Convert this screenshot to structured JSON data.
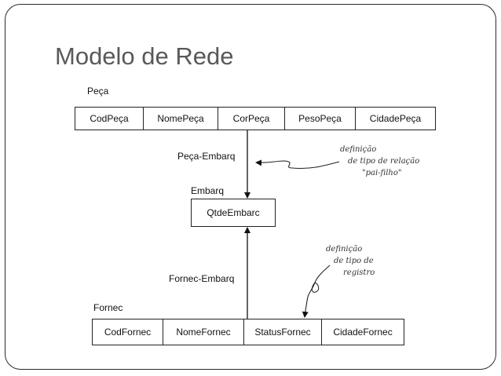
{
  "title": "Modelo de Rede",
  "peca": {
    "label": "Peça",
    "fields": [
      "CodPeça",
      "NomePeça",
      "CorPeça",
      "PesoPeça",
      "CidadePeça"
    ]
  },
  "peca_embarq_label": "Peça-Embarq",
  "embarq": {
    "label": "Embarq",
    "field": "QtdeEmbarc"
  },
  "fornec_embarq_label": "Fornec-Embarq",
  "fornec": {
    "label": "Fornec",
    "fields": [
      "CodFornec",
      "NomeFornec",
      "StatusFornec",
      "CidadeFornec"
    ]
  },
  "note_top": [
    "definição",
    "de tipo de relação",
    "\"pai-filho\""
  ],
  "note_bottom": [
    "definição",
    "de tipo de",
    "registro"
  ]
}
